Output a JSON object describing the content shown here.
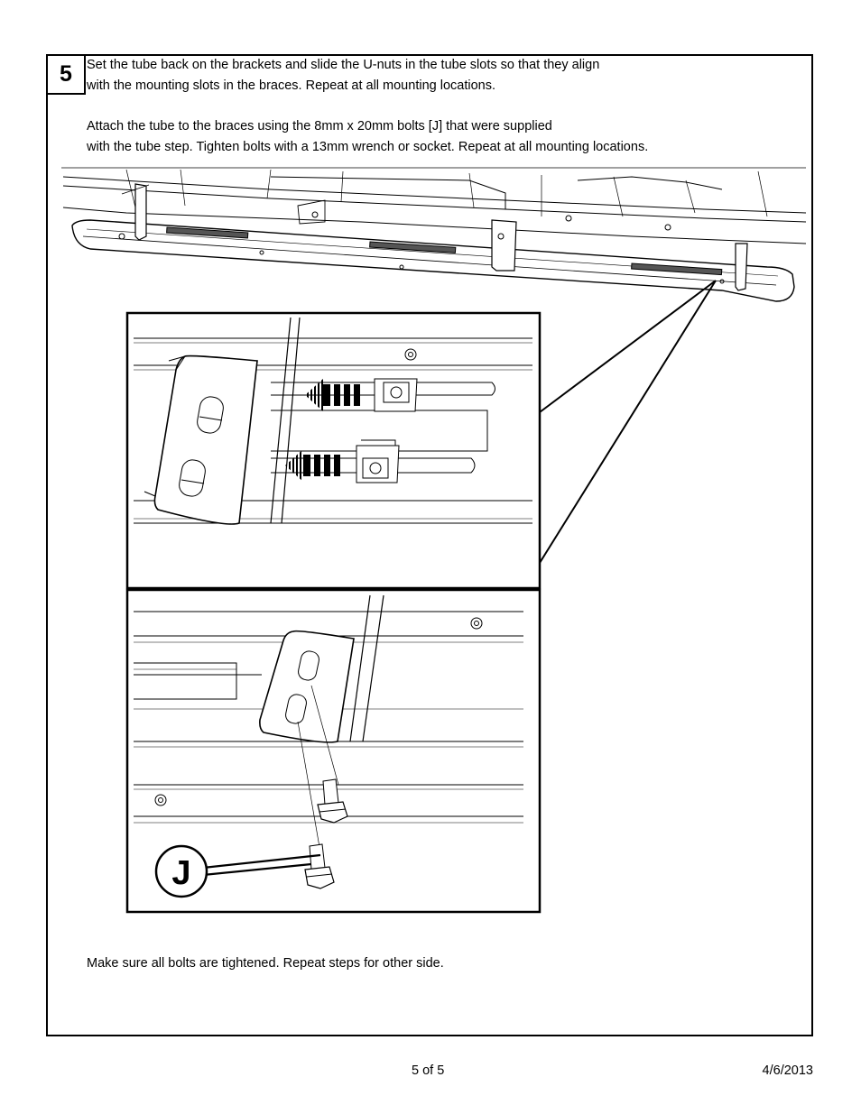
{
  "step": {
    "number": "5"
  },
  "instructions": {
    "para1_line1": "Set the tube back on the brackets and slide the U-nuts in the tube slots so that they align",
    "para1_line2": "with the mounting slots in the braces.  Repeat at all mounting locations.",
    "para2_line1": "Attach the tube to the braces using the 8mm x 20mm bolts [J] that were supplied",
    "para2_line2": "with the tube step.  Tighten bolts with a 13mm wrench or socket.  Repeat at all mounting locations.",
    "final_note": "Make sure all bolts are tightened.  Repeat steps for other side."
  },
  "callout": {
    "label": "J"
  },
  "footer": {
    "page": "5 of 5",
    "date": "4/6/2013"
  }
}
